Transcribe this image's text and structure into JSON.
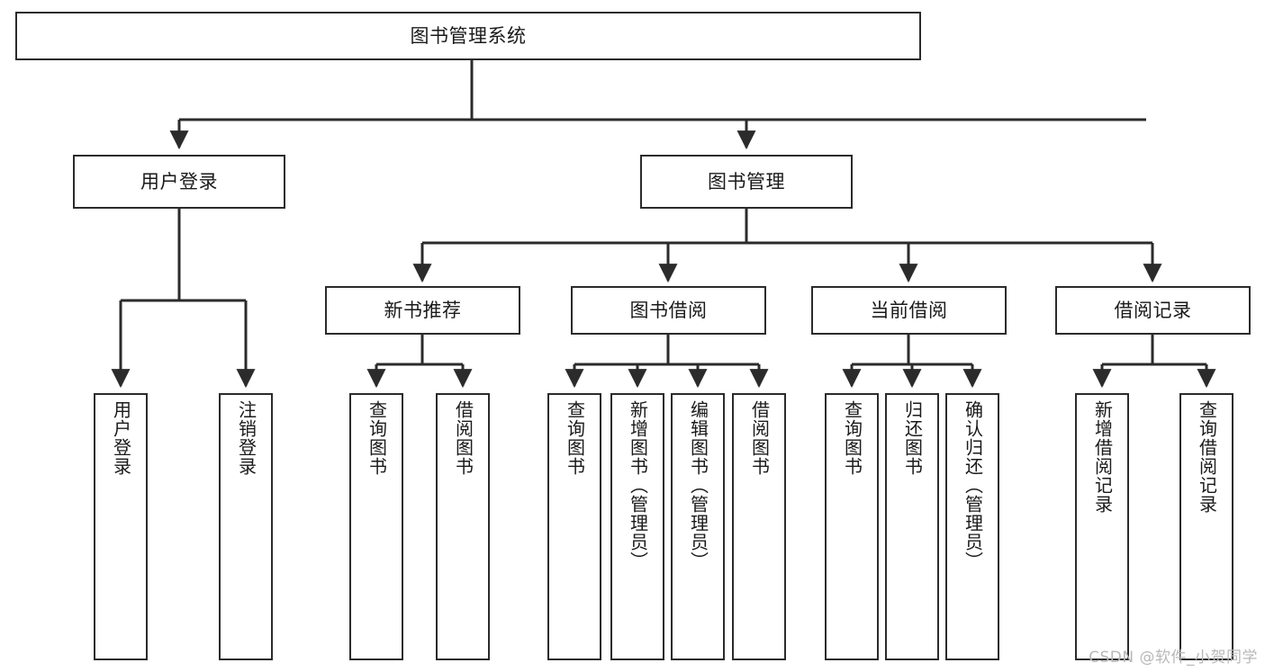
{
  "diagram": {
    "type": "tree",
    "title": "图书管理系统",
    "watermark": "CSDN @软件_小贺同学",
    "colors": {
      "stroke": "#2b2b2b",
      "fill": "#ffffff",
      "text": "#1a1a1a",
      "watermark": "#b8b8b8"
    },
    "nodes": {
      "root": {
        "label": "图书管理系统"
      },
      "level2": [
        {
          "label": "用户登录"
        },
        {
          "label": "图书管理"
        }
      ],
      "level3": [
        {
          "label": "新书推荐"
        },
        {
          "label": "图书借阅"
        },
        {
          "label": "当前借阅"
        },
        {
          "label": "借阅记录"
        }
      ],
      "leaves": [
        {
          "label": "用户登录"
        },
        {
          "label": "注销登录"
        },
        {
          "label": "查询图书"
        },
        {
          "label": "借阅图书"
        },
        {
          "label": "查询图书"
        },
        {
          "label": "新增图书（管理员）"
        },
        {
          "label": "编辑图书（管理员）"
        },
        {
          "label": "借阅图书"
        },
        {
          "label": "查询图书"
        },
        {
          "label": "归还图书"
        },
        {
          "label": "确认归还（管理员）"
        },
        {
          "label": "新增借阅记录"
        },
        {
          "label": "查询借阅记录"
        }
      ]
    }
  }
}
